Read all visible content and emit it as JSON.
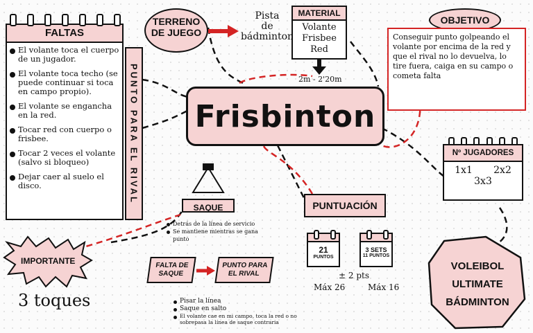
{
  "faltas": {
    "title": "FALTAS",
    "items": [
      "El volante toca el cuerpo de un jugador.",
      "El volante toca techo (se puede continuar si toca en campo propio).",
      "El volante se engancha en la red.",
      "Tocar red con cuerpo o frisbee.",
      "Tocar 2 veces el volante (salvo si bloqueo)",
      "Dejar caer al suelo el disco."
    ]
  },
  "punto_rival": "PUNTO PARA EL RIVAL",
  "terreno": {
    "title_line1": "TERRENO",
    "title_line2": "DE JUEGO",
    "value_line1": "Pista",
    "value_line2": "de",
    "value_line3": "bádminton"
  },
  "material": {
    "title": "MATERIAL",
    "items": [
      "Volante",
      "Frisbee",
      "Red"
    ],
    "height": "2m - 2'20m"
  },
  "objetivo": {
    "title": "OBJETIVO",
    "text": "Conseguir punto golpeando el volante por encima de la red y que el rival no lo devuelva, lo tire fuera, caiga en su campo o cometa falta"
  },
  "main_title": "Frisbinton",
  "jugadores": {
    "title": "Nº JUGADORES",
    "row1_a": "1x1",
    "row1_b": "2x2",
    "row2": "3x3"
  },
  "saque": {
    "title": "SAQUE",
    "items": [
      "Detrás de la línea de servicio",
      "Se mantiene mientras se gana punto"
    ],
    "falta_label": "FALTA DE SAQUE",
    "punto_label": "PUNTO PARA EL RIVAL",
    "falta_items": [
      "Pisar la línea",
      "Saque en salto",
      "El volante cae en mi campo, toca la red o no sobrepasa la línea de saque contraria"
    ]
  },
  "puntuacion": {
    "title": "PUNTUACIÓN",
    "cal1_value": "21",
    "cal1_unit": "PUNTOS",
    "cal2_value": "3 SETS",
    "cal2_unit": "11 PUNTOS",
    "diff": "± 2 pts",
    "max1": "Máx 26",
    "max2": "Máx 16"
  },
  "importante": {
    "title": "IMPORTANTE",
    "value": "3 toques"
  },
  "deportes": {
    "line1": "VOLEIBOL",
    "line2": "ULTIMATE",
    "line3": "BÁDMINTON"
  }
}
